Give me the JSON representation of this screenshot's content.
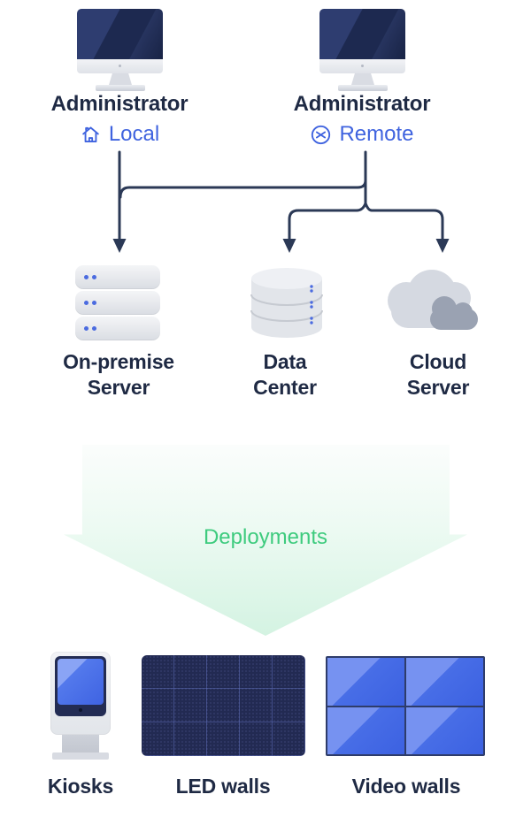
{
  "administrators": [
    {
      "name": "Administrator",
      "mode": "Local",
      "icon": "home-icon"
    },
    {
      "name": "Administrator",
      "mode": "Remote",
      "icon": "remote-desktop-icon"
    }
  ],
  "servers": [
    {
      "line1": "On-premise",
      "line2": "Server",
      "icon": "server-rack-icon"
    },
    {
      "line1": "Data",
      "line2": "Center",
      "icon": "database-icon"
    },
    {
      "line1": "Cloud",
      "line2": "Server",
      "icon": "cloud-icon"
    }
  ],
  "deployment": {
    "label": "Deployments"
  },
  "devices": [
    {
      "label": "Kiosks",
      "icon": "kiosk-icon"
    },
    {
      "label": "LED walls",
      "icon": "led-wall-icon"
    },
    {
      "label": "Video walls",
      "icon": "video-wall-icon"
    }
  ],
  "colors": {
    "navy_text": "#1F2A44",
    "accent_blue": "#3F63DF",
    "connector_navy": "#2B3956",
    "green": "#3ECB7E",
    "mint": "#D4F3E2",
    "screen_navy": "#1D2950",
    "panel_blue": "#4A71E8"
  }
}
